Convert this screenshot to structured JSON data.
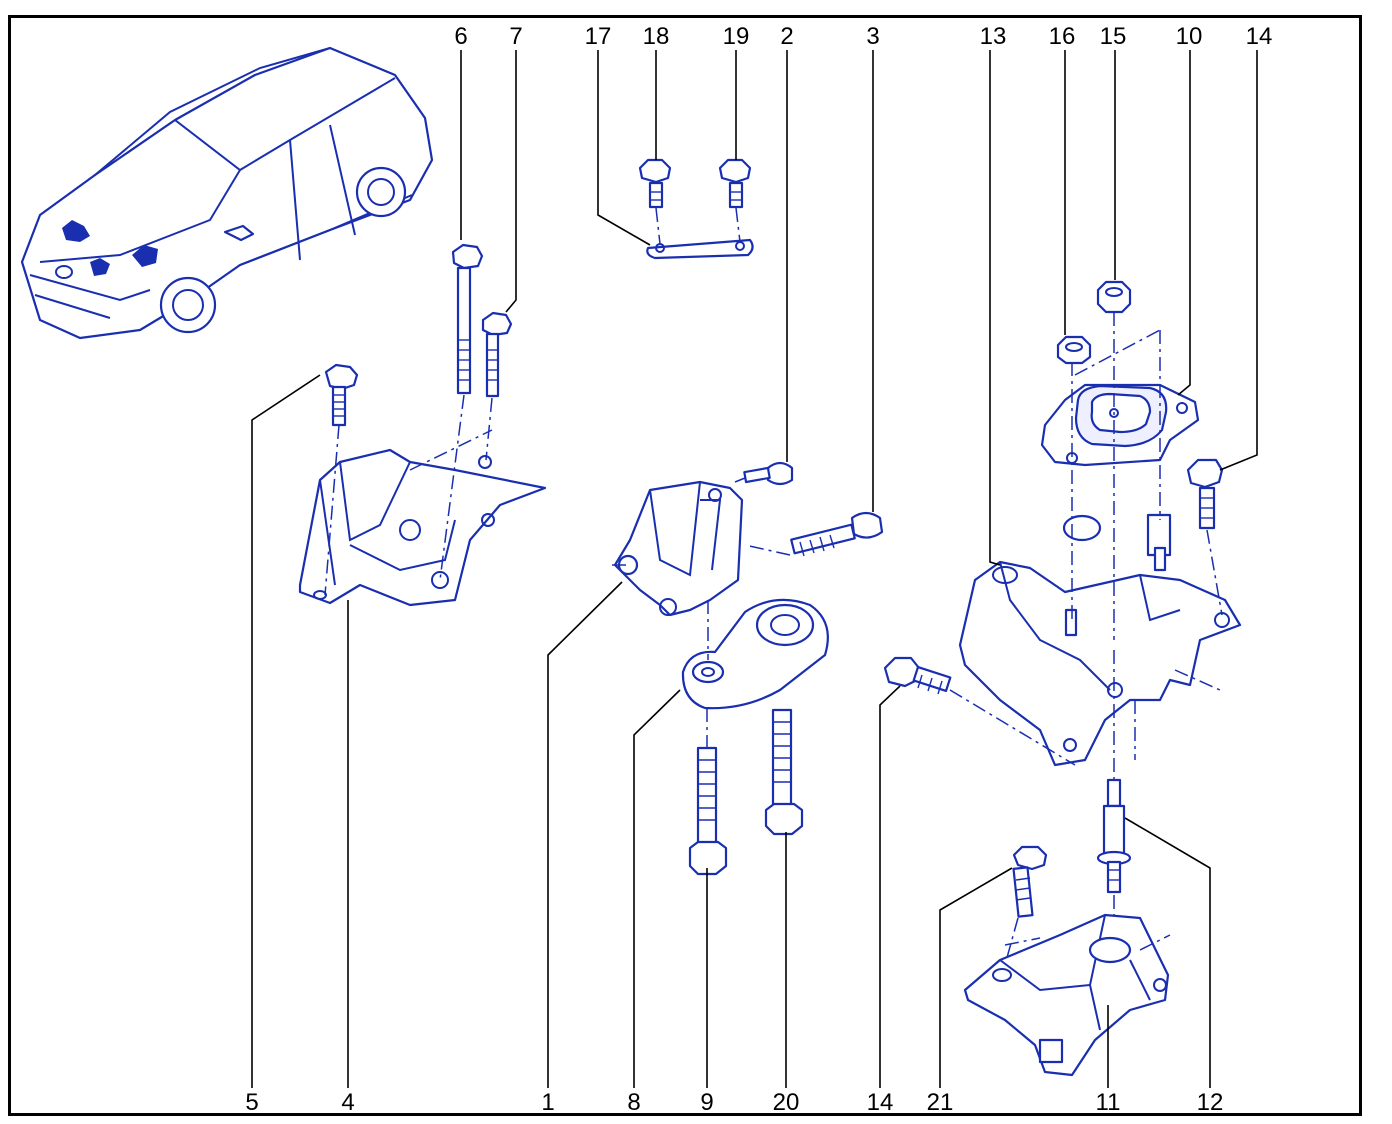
{
  "diagram": {
    "callouts": [
      {
        "id": "6",
        "label": "6"
      },
      {
        "id": "7",
        "label": "7"
      },
      {
        "id": "17",
        "label": "17"
      },
      {
        "id": "18",
        "label": "18"
      },
      {
        "id": "19",
        "label": "19"
      },
      {
        "id": "2",
        "label": "2"
      },
      {
        "id": "3",
        "label": "3"
      },
      {
        "id": "13",
        "label": "13"
      },
      {
        "id": "16",
        "label": "16"
      },
      {
        "id": "15",
        "label": "15"
      },
      {
        "id": "10",
        "label": "10"
      },
      {
        "id": "14a",
        "label": "14"
      },
      {
        "id": "5",
        "label": "5"
      },
      {
        "id": "4",
        "label": "4"
      },
      {
        "id": "1",
        "label": "1"
      },
      {
        "id": "8",
        "label": "8"
      },
      {
        "id": "9",
        "label": "9"
      },
      {
        "id": "20",
        "label": "20"
      },
      {
        "id": "14b",
        "label": "14"
      },
      {
        "id": "21",
        "label": "21"
      },
      {
        "id": "11",
        "label": "11"
      },
      {
        "id": "12",
        "label": "12"
      }
    ],
    "colors": {
      "line": "#1a2fb0",
      "frame": "#000000",
      "background": "#ffffff"
    }
  }
}
